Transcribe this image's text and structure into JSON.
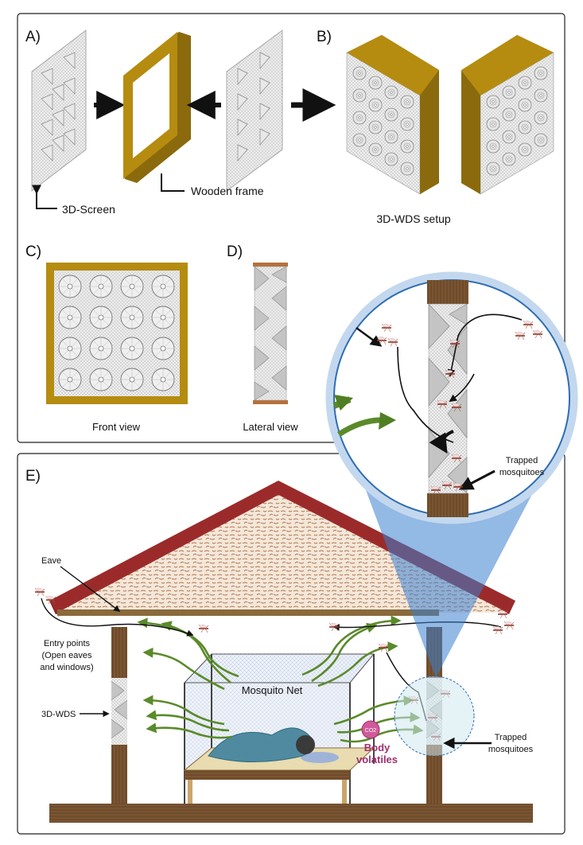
{
  "panels": {
    "a": "A)",
    "b": "B)",
    "c": "C)",
    "d": "D)",
    "e": "E)"
  },
  "labels": {
    "screen": "3D-Screen",
    "frame": "Wooden frame",
    "setup": "3D-WDS setup",
    "front_view": "Front view",
    "lateral_view": "Lateral view",
    "trapped_zoom_1": "Trapped",
    "trapped_zoom_2": "mosquitoes",
    "eave": "Eave",
    "entry_1": "Entry points",
    "entry_2": "(Open eaves",
    "entry_3": "and windows)",
    "wds": "3D-WDS",
    "net": "Mosquito Net",
    "co2": "CO2",
    "body_1": "Body",
    "body_2": "volatiles",
    "trapped_house_1": "Trapped",
    "trapped_house_2": "mosquitoes"
  },
  "colors": {
    "wood_frame": "#b58c10",
    "wood_dark": "#6b4a2b",
    "roof_red": "#9b2b2b",
    "odor_green": "#5a8a2a",
    "volatiles_magenta": "#a0306e",
    "zoom_blue": "#2f6db3"
  },
  "icons": [
    "arrow-right-icon",
    "mosquito-icon",
    "co2-icon",
    "sleeping-person-icon"
  ]
}
